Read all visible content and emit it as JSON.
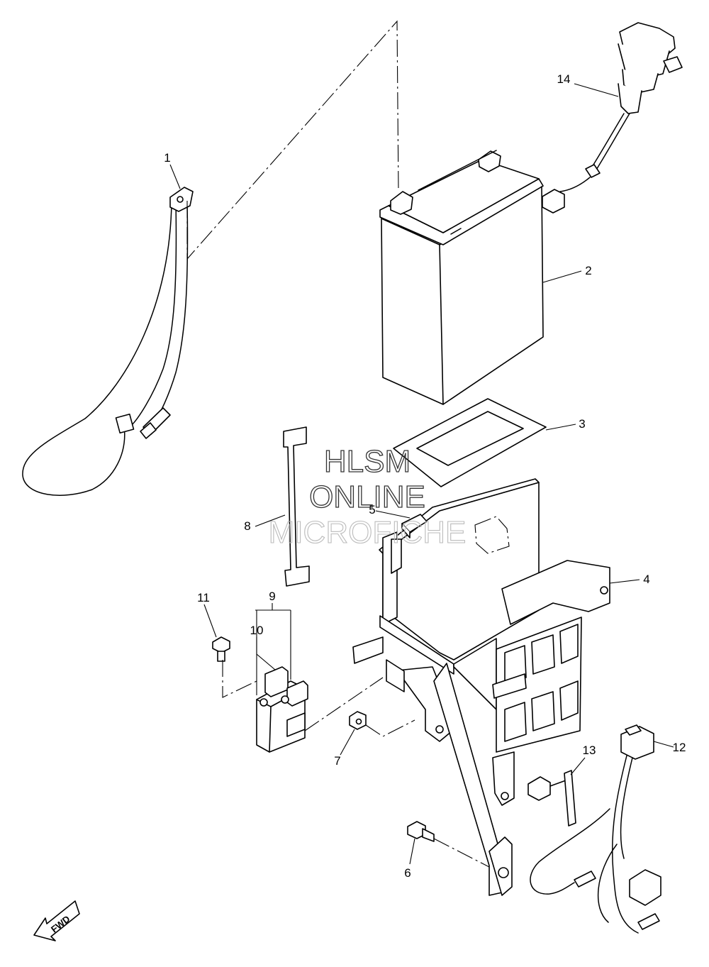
{
  "callouts": {
    "c1": "1",
    "c2": "2",
    "c3": "3",
    "c4": "4",
    "c5": "5",
    "c6": "6",
    "c7": "7",
    "c8": "8",
    "c9": "9",
    "c10": "10",
    "c11": "11",
    "c12": "12",
    "c13": "13",
    "c14": "14"
  },
  "watermark": {
    "line1": "HLSM",
    "line2": "ONLINE",
    "line3": "MICROFICHE"
  },
  "direction_badge": {
    "label": "FWD"
  }
}
